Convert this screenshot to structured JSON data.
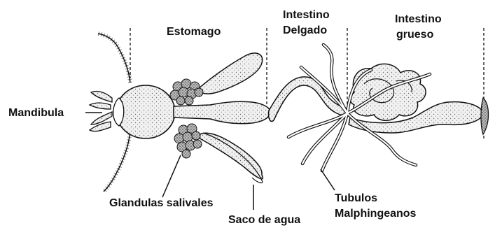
{
  "labels": {
    "estomago": "Estomago",
    "intestino_delgado_line1": "Intestino",
    "intestino_delgado_line2": "Delgado",
    "intestino_grueso_line1": "Intestino",
    "intestino_grueso_line2": "grueso",
    "mandibula": "Mandibula",
    "glandulas": "Glandulas salivales",
    "saco": "Saco de agua",
    "tubulos_line1": "Tubulos",
    "tubulos_line2": "Malphingeanos"
  },
  "colors": {
    "ink": "#111111",
    "stipple": "#555555",
    "background": "#ffffff"
  }
}
